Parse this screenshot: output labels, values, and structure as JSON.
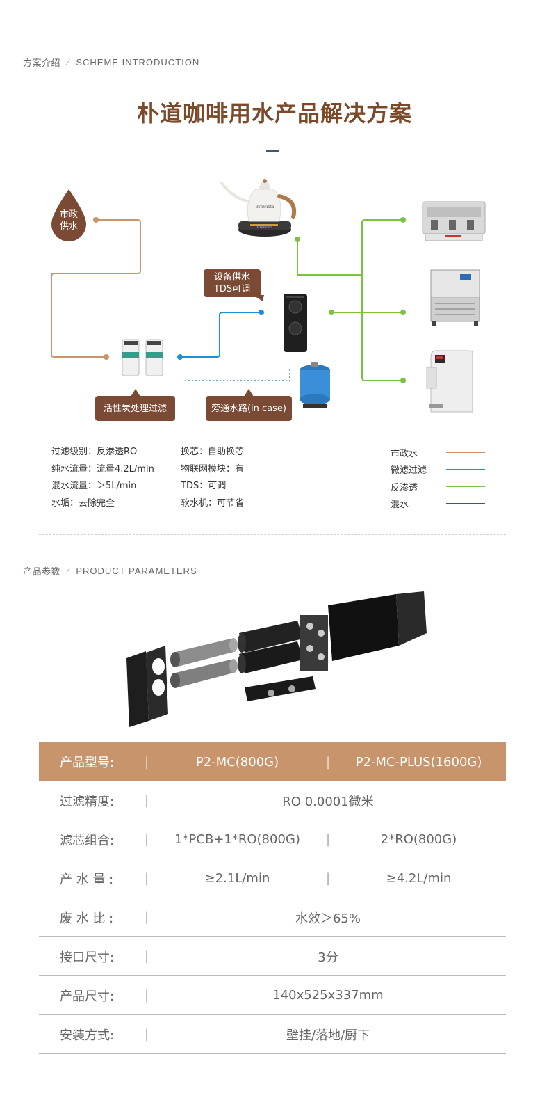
{
  "section1": {
    "cn": "方案介绍",
    "slash": "⁄",
    "en": "SCHEME INTRODUCTION"
  },
  "title": "朴道咖啡用水产品解决方案",
  "diagram": {
    "drop_label_1": "市政",
    "drop_label_2": "供水",
    "bubble_device_1": "设备供水",
    "bubble_device_2": "TDS可调",
    "bubble_carbon": "活性炭处理过滤",
    "bubble_bypass": "旁通水路(in case)",
    "kettle_brand": "Brewista",
    "kettle_base_brand": "Brewista"
  },
  "specs_left": [
    "过滤级别：反渗透RO",
    "纯水流量：流量4.2L/min",
    "混水流量：＞5L/min",
    "水垢：去除完全"
  ],
  "specs_mid": [
    "换芯：自助换芯",
    "物联网模块：有",
    "TDS：可调",
    "软水机：可节省"
  ],
  "legend": [
    {
      "label": "市政水",
      "color": "#c8946b"
    },
    {
      "label": "微滤过滤",
      "color": "#1f8fd6"
    },
    {
      "label": "反渗透",
      "color": "#7cc242"
    },
    {
      "label": "混水",
      "color": "#4a5568"
    }
  ],
  "colors": {
    "brown": "#7a4a35",
    "tan": "#c8946b",
    "blue": "#1f8fd6",
    "green": "#7cc242",
    "gray": "#4a5568"
  },
  "section2": {
    "cn": "产品参数",
    "slash": "⁄",
    "en": "PRODUCT PARAMETERS"
  },
  "table": {
    "head": {
      "key": "产品型号:",
      "v1": "P2-MC(800G)",
      "v2": "P2-MC-PLUS(1600G)"
    },
    "rows": [
      {
        "key": "过滤精度:",
        "value": "RO 0.0001微米"
      },
      {
        "key": "滤芯组合:",
        "v1": "1*PCB+1*RO(800G)",
        "v2": "2*RO(800G)"
      },
      {
        "key": "产 水 量 :",
        "v1": "≥2.1L/min",
        "v2": "≥4.2L/min"
      },
      {
        "key": "废 水 比 :",
        "value": "水效＞65%"
      },
      {
        "key": "接口尺寸:",
        "value": "3分"
      },
      {
        "key": "产品尺寸:",
        "value": "140x525x337mm"
      },
      {
        "key": "安装方式:",
        "value": "壁挂/落地/厨下"
      }
    ],
    "sep": "|"
  }
}
